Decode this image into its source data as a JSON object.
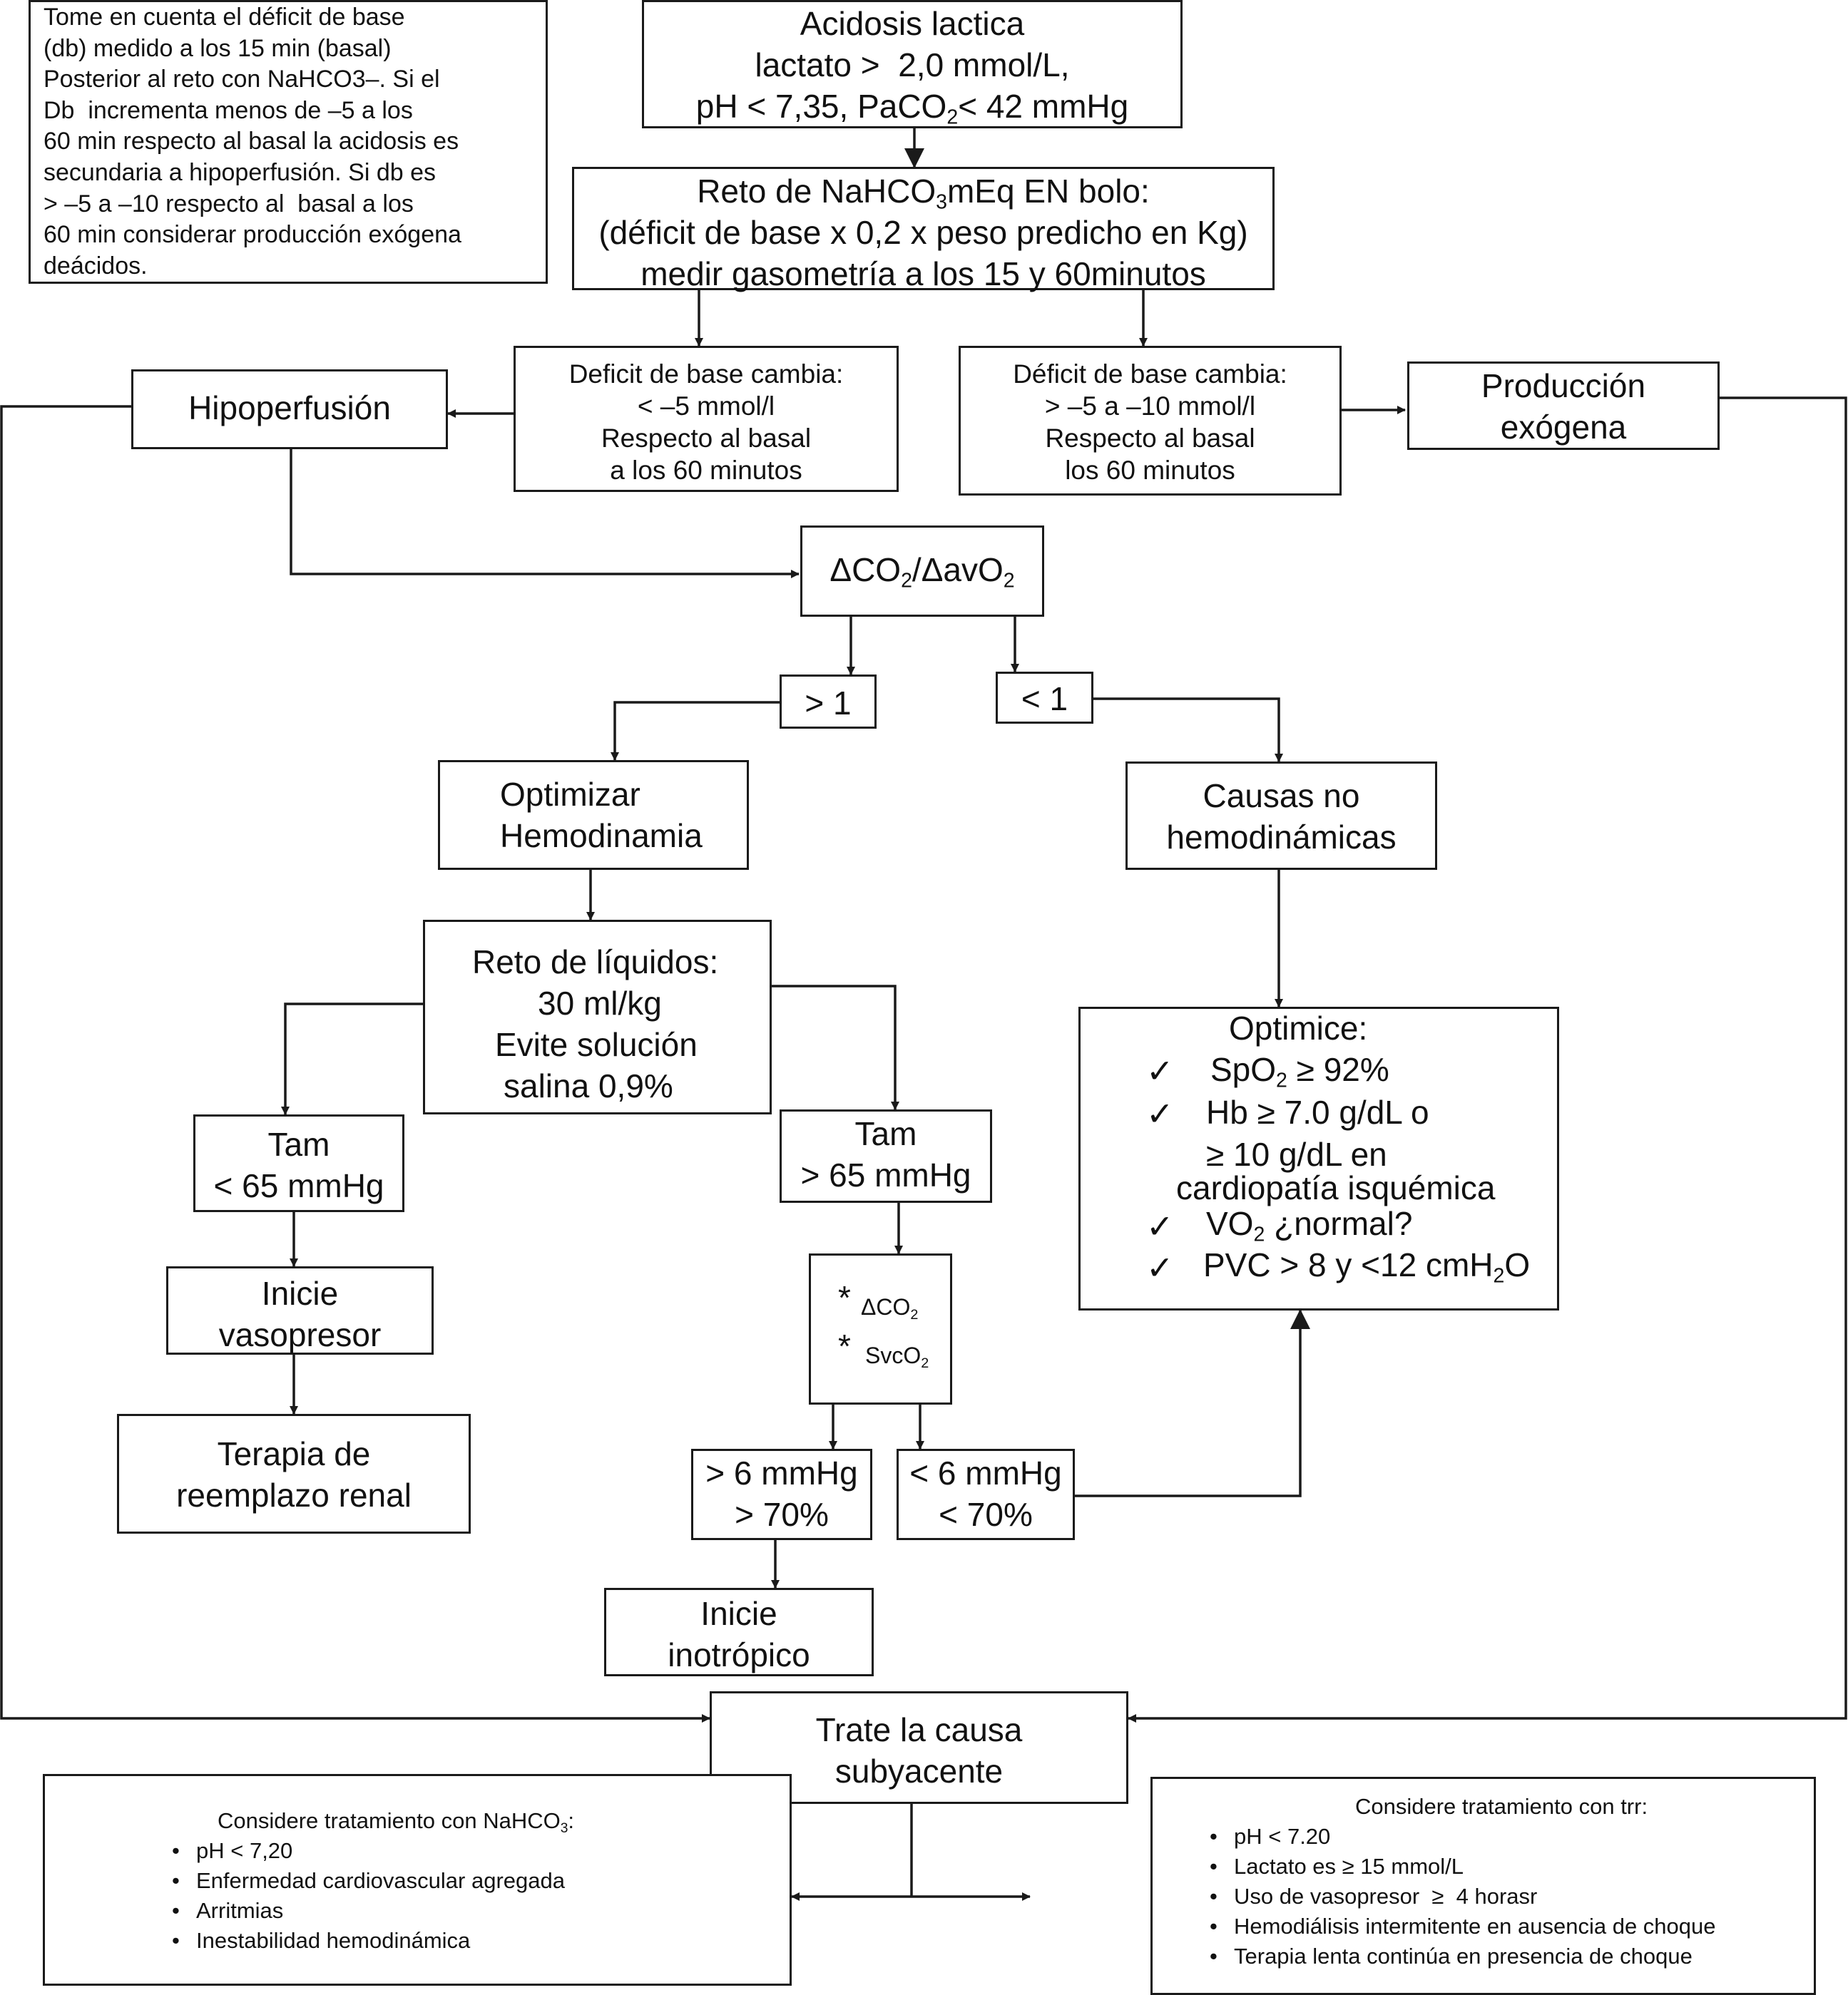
{
  "note_top_left": {
    "lines": [
      "Tome en cuenta el déficit de base",
      "(db) medido a los 15 min (basal)",
      "Posterior al reto con NaHCO3–. Si el",
      "Db  incrementa menos de –5 a los",
      "60 min respecto al basal la acidosis es",
      "secundaria a hipoperfusión. Si db es",
      "> –5 a –10 respecto al  basal a los",
      "60 min considerar producción exógena",
      "deácidos."
    ]
  },
  "acidosis": {
    "line1": "Acidosis lactica",
    "line2": "lactato >  2,0 mmol/L,",
    "line3_a": "pH < 7,35, PaCO",
    "line3_sub": "2",
    "line3_b": "< 42 mmHg"
  },
  "reto_nahco3": {
    "line1_a": "Reto de NaHCO",
    "line1_sub": "3",
    "line1_b": "mEq EN bolo:",
    "line2": "(déficit de base x 0,2 x peso predicho en Kg)",
    "line3": "medir gasometría a los 15 y 60minutos"
  },
  "deficit_left": {
    "lines": [
      "Deficit de base cambia:",
      "< –5 mmol/l",
      "Respecto al basal",
      "a los 60 minutos"
    ]
  },
  "deficit_right": {
    "lines": [
      "Déficit de base cambia:",
      "> –5 a –10 mmol/l",
      "Respecto al basal",
      "los 60 minutos"
    ]
  },
  "hipoperfusion": {
    "label": "Hipoperfusión"
  },
  "produccion": {
    "line1": "Producción",
    "line2": "exógena"
  },
  "delta_ratio": {
    "delta": "Δ",
    "co": "CO",
    "sub1": "2",
    "mid": "/ΔavO",
    "sub2": "2"
  },
  "gt1": {
    "label": "> 1"
  },
  "lt1": {
    "label": "< 1"
  },
  "optimizar": {
    "line1": "Optimizar",
    "line2": "Hemodinamia"
  },
  "causas": {
    "line1": "Causas no",
    "line2": "hemodinámicas"
  },
  "reto_liquidos": {
    "lines": [
      "Reto de líquidos:",
      "30 ml/kg",
      "Evite solución",
      "salina 0,9%"
    ]
  },
  "tam_low": {
    "line1": "Tam",
    "line2": "< 65 mmHg"
  },
  "tam_high": {
    "line1": "Tam",
    "line2": "> 65 mmHg"
  },
  "vasopresor": {
    "line1": "Inicie",
    "line2": "vasopresor"
  },
  "terapia_renal": {
    "line1": "Terapia de",
    "line2": "reemplazo renal"
  },
  "co2_svc": {
    "star": "*",
    "item1_a": "ΔCO",
    "item1_sub": "2",
    "item2_a": "SvcO",
    "item2_sub": "2"
  },
  "gt6": {
    "line1": "> 6 mmHg",
    "line2": "> 70%"
  },
  "lt6": {
    "line1": "< 6 mmHg",
    "line2": "< 70%"
  },
  "inotropico": {
    "line1": "Inicie",
    "line2": "inotrópico"
  },
  "optimice": {
    "title": "Optimice:",
    "check": "✓",
    "spo2_a": "SpO",
    "spo2_sub": "2",
    "spo2_b": " ≥ 92%",
    "hb_line1": "Hb ≥ 7.0 g/dL o",
    "hb_line2": "≥ 10 g/dL en",
    "hb_line3": "cardiopatía isquémica",
    "vo2_a": "VO",
    "vo2_sub": "2",
    "vo2_b": " ¿normal?",
    "pvc_a": "PVC > 8 y <12 cmH",
    "pvc_sub": "2",
    "pvc_b": "O"
  },
  "trate": {
    "line1": "Trate la causa",
    "line2": "subyacente"
  },
  "nahco3_box": {
    "title_a": "Considere tratamiento con NaHCO",
    "title_sub": "3",
    "title_b": ":",
    "items": [
      "pH < 7,20",
      "Enfermedad cardiovascular agregada",
      "Arritmias",
      "Inestabilidad hemodinámica"
    ]
  },
  "trr_box": {
    "title": "Considere tratamiento con trr:",
    "items": [
      "pH < 7.20",
      "Lactato es ≥ 15 mmol/L",
      "Uso de vasopresor  ≥  4 horasr",
      "Hemodiálisis intermitente en ausencia de choque",
      "Terapia lenta continúa en presencia de choque"
    ]
  }
}
